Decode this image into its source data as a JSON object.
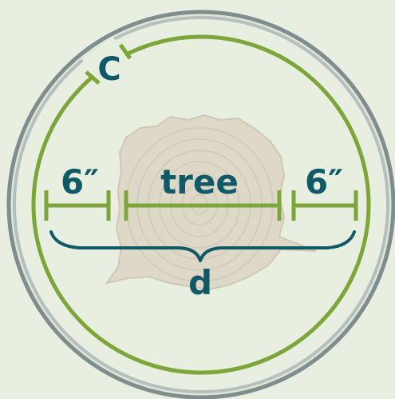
{
  "labels": {
    "circumference": "C",
    "left_offset": "6″",
    "tree": "tree",
    "right_offset": "6″",
    "diameter": "d"
  },
  "colors": {
    "background": "#e8eee0",
    "outer_ring": "#7f8d8f",
    "inner_circle": "#7da63a",
    "text": "#0f5a66",
    "stump": "#ddd8c8"
  }
}
